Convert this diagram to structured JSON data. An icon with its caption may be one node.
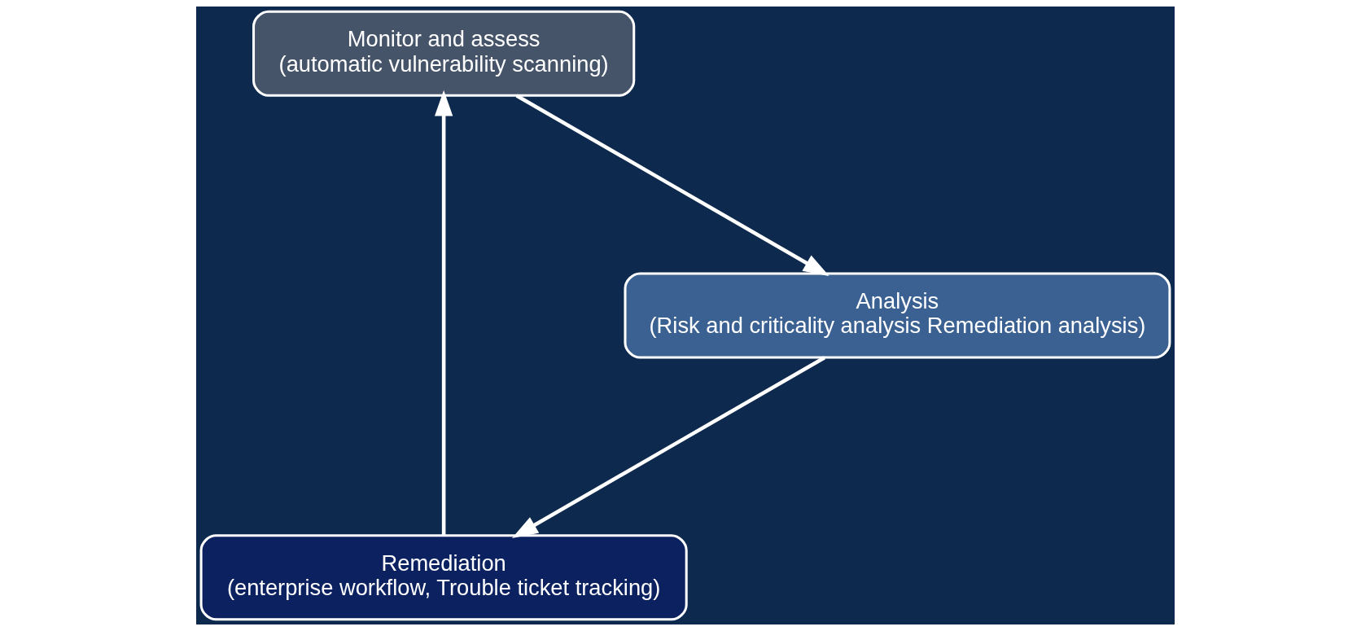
{
  "diagram": {
    "nodes": [
      {
        "text": [
          "Remediation",
          "(enterprise workflow, Trouble ticket tracking)"
        ]
      },
      {
        "text": [
          "Monitor and assess",
          "(automatic vulnerability scanning)"
        ]
      },
      {
        "text": [
          "Analysis",
          "(Risk and criticality analysis Remediation analysis)"
        ]
      }
    ],
    "edges": [
      {
        "from": 0,
        "to": 1,
        "arrow": "to"
      },
      {
        "from": 1,
        "to": 2,
        "arrow": "to"
      },
      {
        "from": 2,
        "to": 0,
        "arrow": "to"
      }
    ]
  }
}
